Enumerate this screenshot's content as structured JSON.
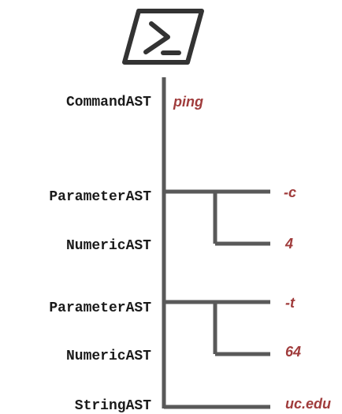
{
  "colors": {
    "tree_line": "#595959",
    "ast_label": "#1a1a1a",
    "token": "#a03c3c",
    "icon_stroke": "#333333"
  },
  "icon": "powershell-prompt-icon",
  "nodes": [
    {
      "ast": "CommandAST",
      "token": "ping"
    },
    {
      "ast": "ParameterAST",
      "token": "-c"
    },
    {
      "ast": "NumericAST",
      "token": "4"
    },
    {
      "ast": "ParameterAST",
      "token": "-t"
    },
    {
      "ast": "NumericAST",
      "token": "64"
    },
    {
      "ast": "StringAST",
      "token": "uc.edu"
    }
  ]
}
